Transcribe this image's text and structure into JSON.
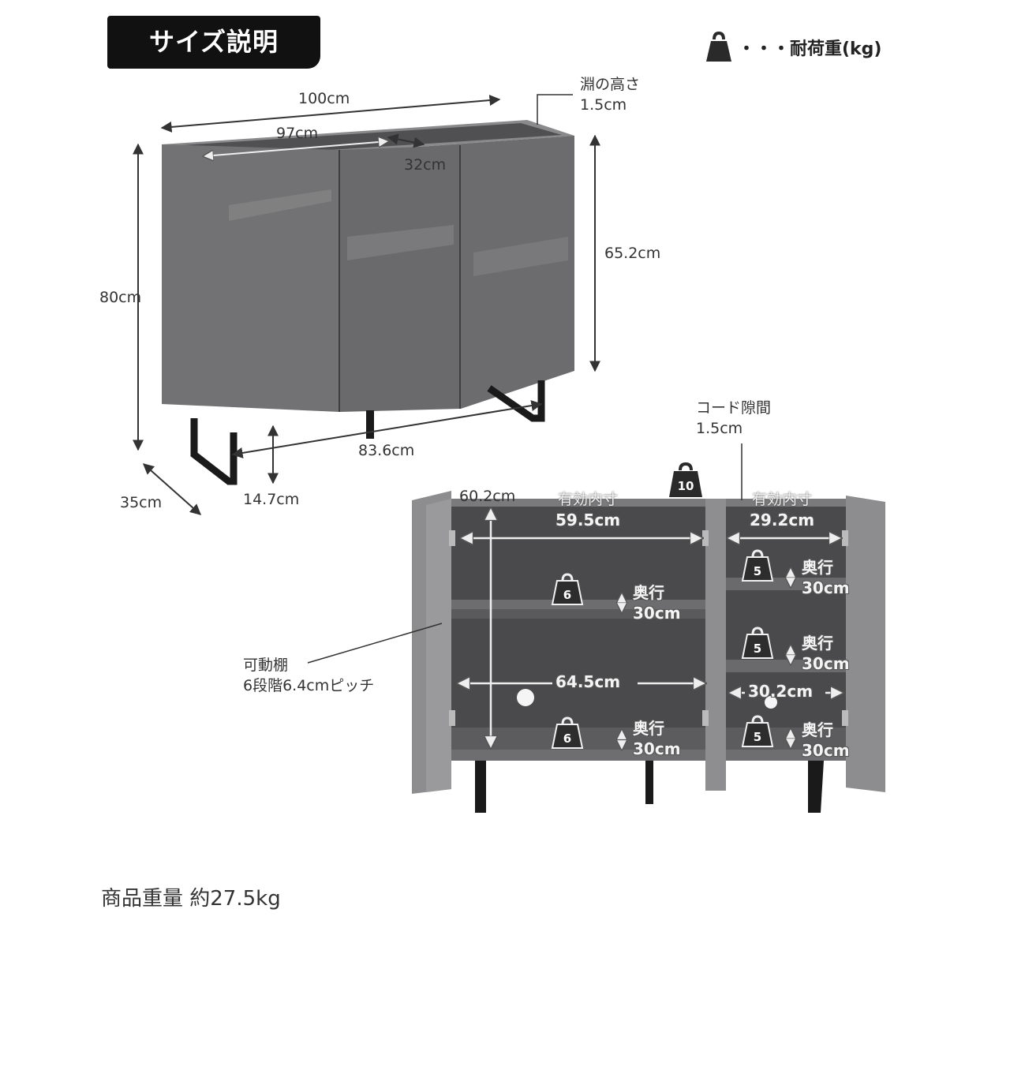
{
  "title": "サイズ説明",
  "legend": {
    "icon": "weight-icon",
    "text": "・・・耐荷重(kg)"
  },
  "closed_cabinet": {
    "width_outer": "100cm",
    "width_inner": "97cm",
    "depth_top": "32cm",
    "rim_height_label": "淵の高さ",
    "rim_height_value": "1.5cm",
    "body_height": "65.2cm",
    "total_height": "80cm",
    "leg_span": "83.6cm",
    "depth": "35cm",
    "leg_height": "14.7cm"
  },
  "open_cabinet": {
    "cord_gap_label": "コード隙間",
    "cord_gap_value": "1.5cm",
    "top_load": "10",
    "inner_height": "60.2cm",
    "left_effective_label": "有効内寸",
    "left_effective_value": "59.5cm",
    "right_effective_label": "有効内寸",
    "right_effective_value": "29.2cm",
    "left_width": "64.5cm",
    "right_width": "30.2cm",
    "shelf_note_line1": "可動棚",
    "shelf_note_line2": "6段階6.4cmピッチ",
    "depth_label": "奥行",
    "depth_value": "30cm",
    "left_loads": [
      "6",
      "6"
    ],
    "right_loads": [
      "5",
      "5",
      "5"
    ]
  },
  "product_weight": "商品重量 約27.5kg",
  "colors": {
    "cabinet": "#6e6e70",
    "interior": "#4a4a4c",
    "door_open": "#8d8d8f",
    "badge": "#111111"
  }
}
